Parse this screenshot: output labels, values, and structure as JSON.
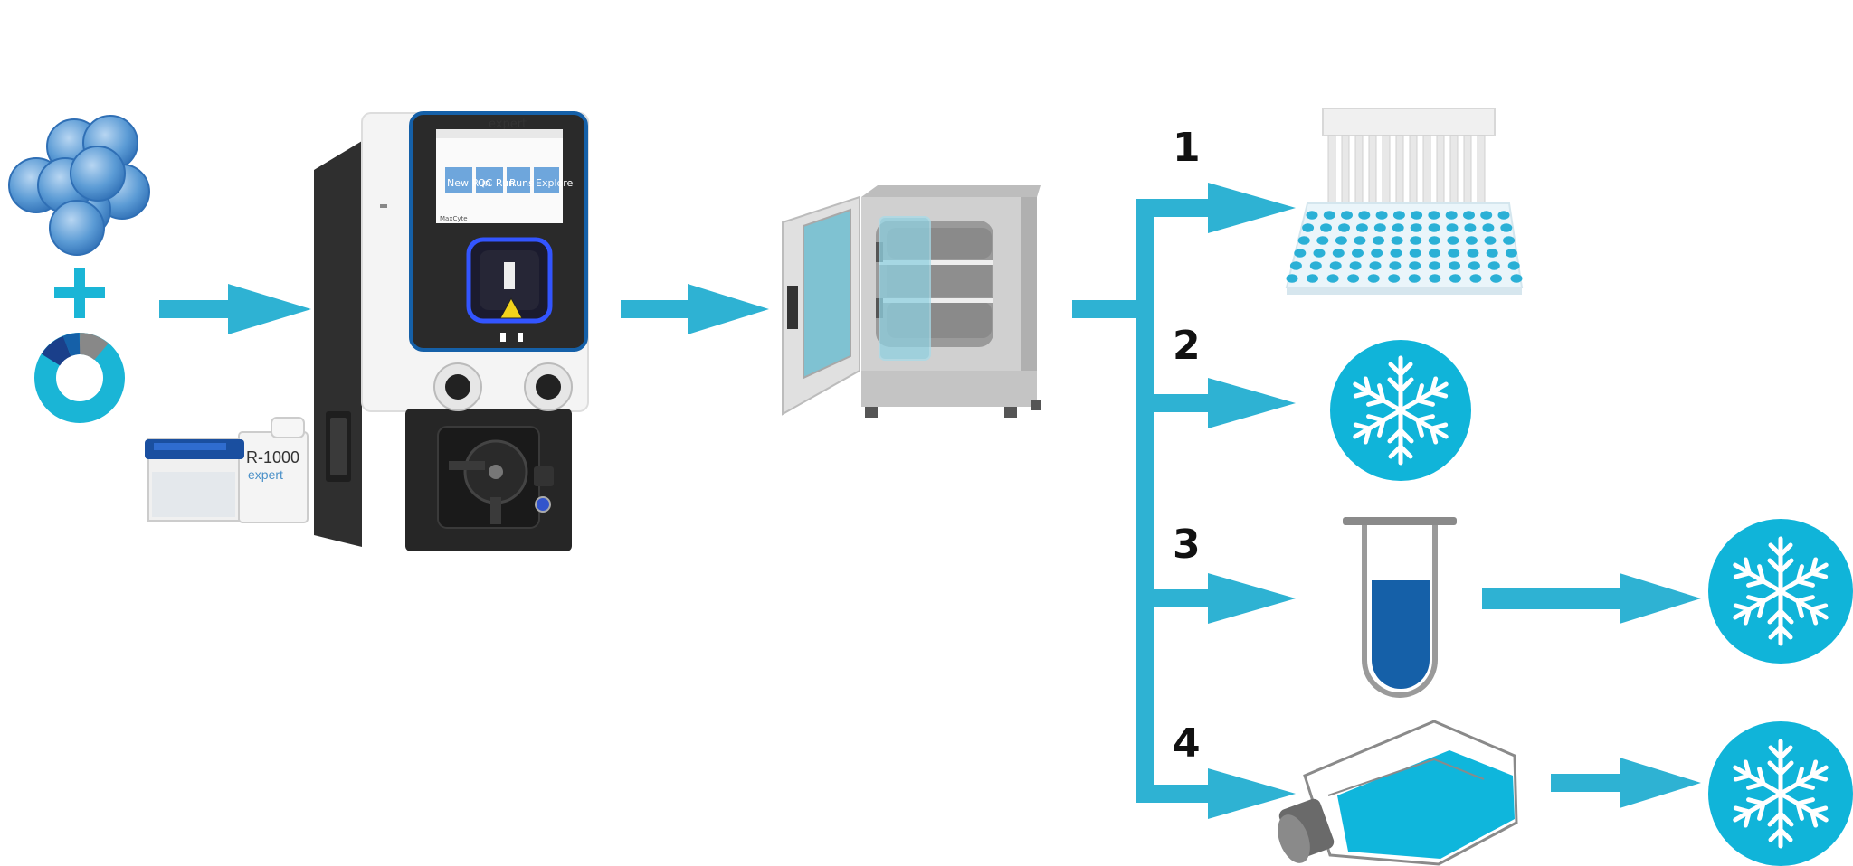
{
  "colors": {
    "arrow": "#2eb2d3",
    "cyan": "#1ab5d6",
    "navy": "#1560a8",
    "cell": "#5b9bd5",
    "device_dark": "#2f2f2f"
  },
  "device": {
    "brand": "expert",
    "screen_buttons": [
      "New Run",
      "QC Run",
      "Runs",
      "Explore"
    ],
    "screen_footer": "MaxCyte"
  },
  "cartridge": {
    "model": "R-1000",
    "brand": "expert"
  },
  "outcomes": [
    {
      "label": "1",
      "icon": "well-plate-icon"
    },
    {
      "label": "2",
      "icon": "snowflake-icon"
    },
    {
      "label": "3",
      "icon": "test-tube-icon",
      "then": "snowflake-icon"
    },
    {
      "label": "4",
      "icon": "culture-flask-icon",
      "then": "snowflake-icon"
    }
  ]
}
